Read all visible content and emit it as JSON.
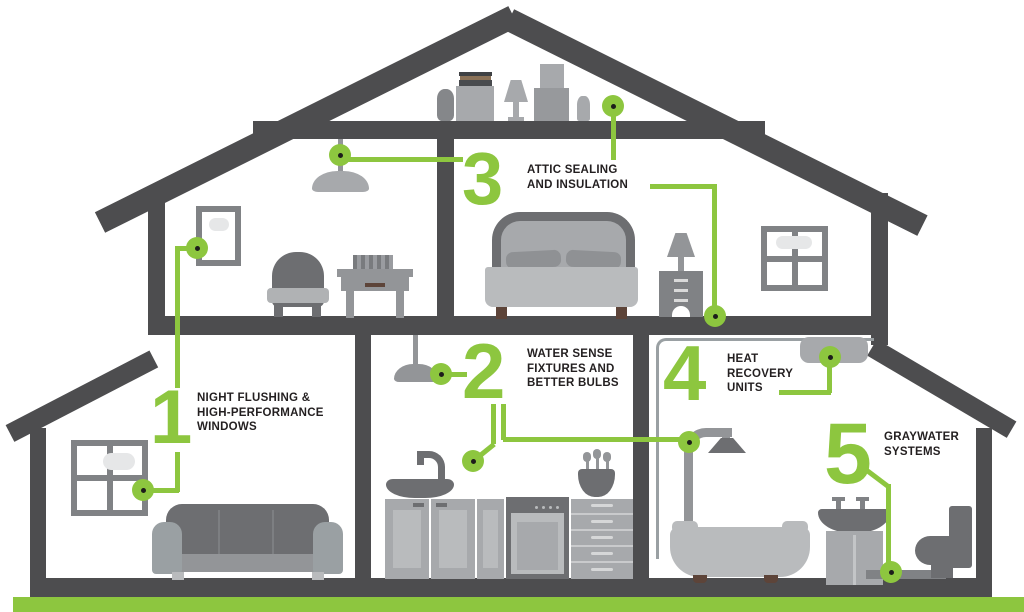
{
  "palette": {
    "accent_green": "#8dc63f",
    "wall_gray": "#4d4d4f",
    "furniture_dark": "#6d6e71",
    "furniture_mid": "#939598",
    "furniture_light": "#b9bbbd",
    "text_black": "#231f20"
  },
  "features": [
    {
      "number": "1",
      "lines": [
        "NIGHT FLUSHING &",
        "HIGH-PERFORMANCE",
        "WINDOWS"
      ]
    },
    {
      "number": "2",
      "lines": [
        "WATER SENSE",
        "FIXTURES AND",
        "BETTER BULBS"
      ]
    },
    {
      "number": "3",
      "lines": [
        "ATTIC SEALING",
        "AND INSULATION"
      ]
    },
    {
      "number": "4",
      "lines": [
        "HEAT",
        "RECOVERY",
        "UNITS"
      ]
    },
    {
      "number": "5",
      "lines": [
        "GRAYWATER",
        "SYSTEMS"
      ]
    }
  ]
}
